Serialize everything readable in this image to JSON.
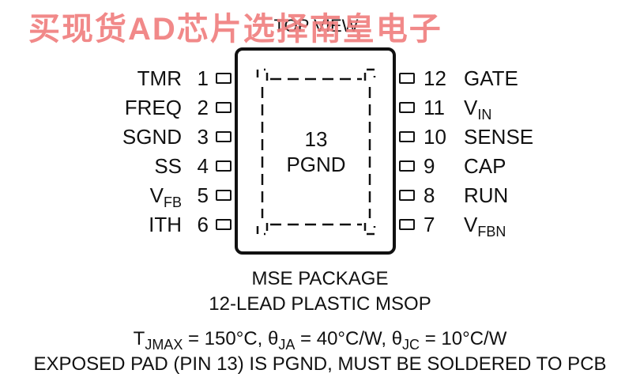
{
  "watermark": {
    "text": "买现货AD芯片选择南皇电子",
    "color": "#f08080"
  },
  "diagram": {
    "top_label": "TOP VIEW",
    "exposed_pad": {
      "number": "13",
      "name": "PGND"
    },
    "left_pins": [
      {
        "num": "1",
        "name": "TMR",
        "sub": ""
      },
      {
        "num": "2",
        "name": "FREQ",
        "sub": ""
      },
      {
        "num": "3",
        "name": "SGND",
        "sub": ""
      },
      {
        "num": "4",
        "name": "SS",
        "sub": ""
      },
      {
        "num": "5",
        "name": "V",
        "sub": "FB"
      },
      {
        "num": "6",
        "name": "ITH",
        "sub": ""
      }
    ],
    "right_pins": [
      {
        "num": "12",
        "name": "GATE",
        "sub": ""
      },
      {
        "num": "11",
        "name": "V",
        "sub": "IN"
      },
      {
        "num": "10",
        "name": "SENSE",
        "sub": ""
      },
      {
        "num": "9",
        "name": "CAP",
        "sub": ""
      },
      {
        "num": "8",
        "name": "RUN",
        "sub": ""
      },
      {
        "num": "7",
        "name": "V",
        "sub": "FBN"
      }
    ]
  },
  "captions": {
    "package_line1": "MSE PACKAGE",
    "package_line2": "12-LEAD PLASTIC MSOP",
    "thermal": {
      "tj_symbol": "T",
      "tj_sub": "JMAX",
      "tj_value": " = 150°C, ",
      "ja_symbol": "θ",
      "ja_sub": "JA",
      "ja_value": " = 40°C/W, ",
      "jc_symbol": "θ",
      "jc_sub": "JC",
      "jc_value": " = 10°C/W"
    },
    "note": "EXPOSED PAD (PIN 13) IS PGND, MUST BE SOLDERED TO PCB"
  }
}
